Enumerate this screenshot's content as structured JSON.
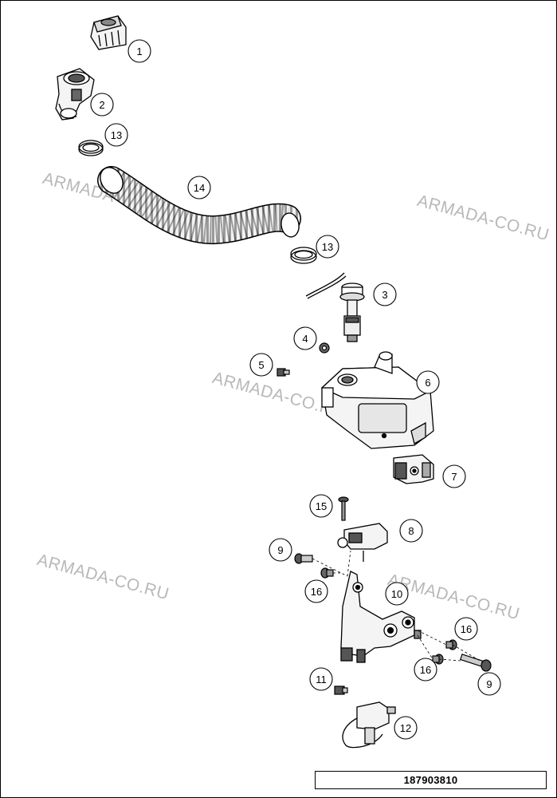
{
  "watermark": "ARMADA-CO.RU",
  "document_number": "187903810",
  "callouts": [
    {
      "id": "c1",
      "label": "1"
    },
    {
      "id": "c2",
      "label": "2"
    },
    {
      "id": "c13a",
      "label": "13"
    },
    {
      "id": "c14",
      "label": "14"
    },
    {
      "id": "c13b",
      "label": "13"
    },
    {
      "id": "c3",
      "label": "3"
    },
    {
      "id": "c4",
      "label": "4"
    },
    {
      "id": "c5",
      "label": "5"
    },
    {
      "id": "c6",
      "label": "6"
    },
    {
      "id": "c7",
      "label": "7"
    },
    {
      "id": "c15",
      "label": "15"
    },
    {
      "id": "c8",
      "label": "8"
    },
    {
      "id": "c9a",
      "label": "9"
    },
    {
      "id": "c16a",
      "label": "16"
    },
    {
      "id": "c10",
      "label": "10"
    },
    {
      "id": "c16b",
      "label": "16"
    },
    {
      "id": "c16c",
      "label": "16"
    },
    {
      "id": "c9b",
      "label": "9"
    },
    {
      "id": "c11",
      "label": "11"
    },
    {
      "id": "c12",
      "label": "12"
    }
  ]
}
